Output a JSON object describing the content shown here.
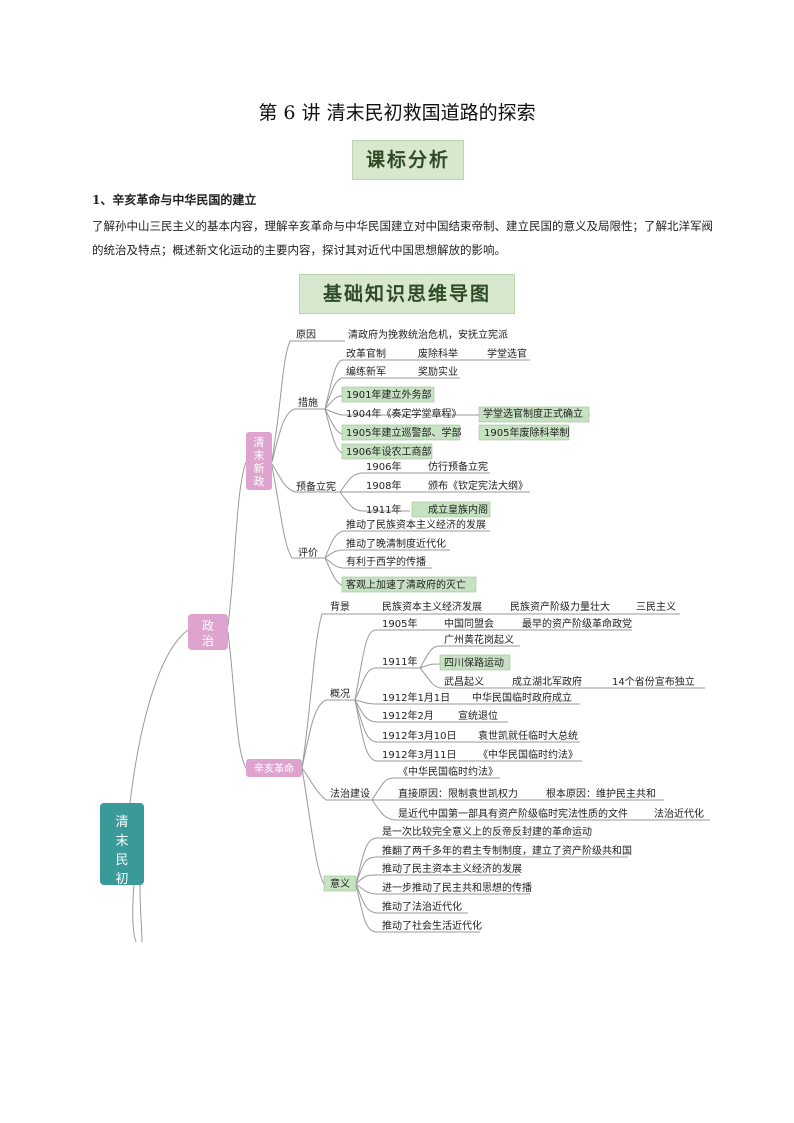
{
  "title": "第 6 讲    清末民初救国道路的探索",
  "banner_syllabus": "课标分析",
  "section1_heading": "1、辛亥革命与中华民国的建立",
  "section1_text": "了解孙中山三民主义的基本内容，理解辛亥革命与中华民国建立对中国结束帝制、建立民国的意义及局限性；了解北洋军阀的统治及特点；概述新文化运动的主要内容，探讨其对近代中国思想解放的影响。",
  "banner_mindmap": "基础知识思维导图",
  "mindmap": {
    "root": "清末民初",
    "politics": "政治",
    "qingmo": "清末新政",
    "xinhai": "辛亥革命",
    "qm": {
      "cause_label": "原因",
      "cause_text": "清政府为挽救统治危机，安抚立宪派",
      "measures_label": "措施",
      "m1": [
        "改革官制",
        "废除科举",
        "学堂选官"
      ],
      "m2": [
        "编练新军",
        "奖励实业"
      ],
      "m3": "1901年建立外务部",
      "m4": [
        "1904年《奏定学堂章程》",
        "学堂选官制度正式确立"
      ],
      "m5": [
        "1905年建立巡警部、学部",
        "1905年废除科举制"
      ],
      "m6": "1906年设农工商部",
      "prep_label": "预备立宪",
      "p1": [
        "1906年",
        "仿行预备立宪"
      ],
      "p2": [
        "1908年",
        "颁布《钦定宪法大纲》"
      ],
      "p3": [
        "1911年",
        "成立皇族内阁"
      ],
      "eval_label": "评价",
      "e1": "推动了民族资本主义经济的发展",
      "e2": "推动了晚清制度近代化",
      "e3": "有利于西学的传播",
      "e4": "客观上加速了清政府的灭亡"
    },
    "xh": {
      "bg_label": "背景",
      "bg": [
        "民族资本主义经济发展",
        "民族资产阶级力量壮大",
        "三民主义"
      ],
      "overview_label": "概况",
      "o1905": [
        "1905年",
        "中国同盟会",
        "最早的资产阶级革命政党"
      ],
      "o1911_year": "1911年",
      "o1911": [
        "广州黄花岗起义",
        "四川保路运动",
        "武昌起义",
        "成立湖北军政府",
        "14个省份宣布独立"
      ],
      "o1912a": [
        "1912年1月1日",
        "中华民国临时政府成立"
      ],
      "o1912b": [
        "1912年2月",
        "宣统退位"
      ],
      "o1912c": [
        "1912年3月10日",
        "袁世凯就任临时大总统"
      ],
      "o1912d": [
        "1912年3月11日",
        "《中华民国临时约法》"
      ],
      "law_label": "法治建设",
      "law_title": "《中华民国临时约法》",
      "law1": [
        "直接原因：限制袁世凯权力",
        "根本原因：维护民主共和"
      ],
      "law2": [
        "是近代中国第一部具有资产阶级临时宪法性质的文件",
        "法治近代化"
      ],
      "sig_label": "意义",
      "s1": "是一次比较完全意义上的反帝反封建的革命运动",
      "s2": "推翻了两千多年的君主专制制度，建立了资产阶级共和国",
      "s3": "推动了民主资本主义经济的发展",
      "s4": "进一步推动了民主共和思想的传播",
      "s5": "推动了法治近代化",
      "s6": "推动了社会生活近代化"
    }
  },
  "colors": {
    "root_box": "#3a9a9a",
    "pink_box": "#dea4cf",
    "green_box": "#c7e2c2",
    "branch_line": "#9a9a9a"
  }
}
